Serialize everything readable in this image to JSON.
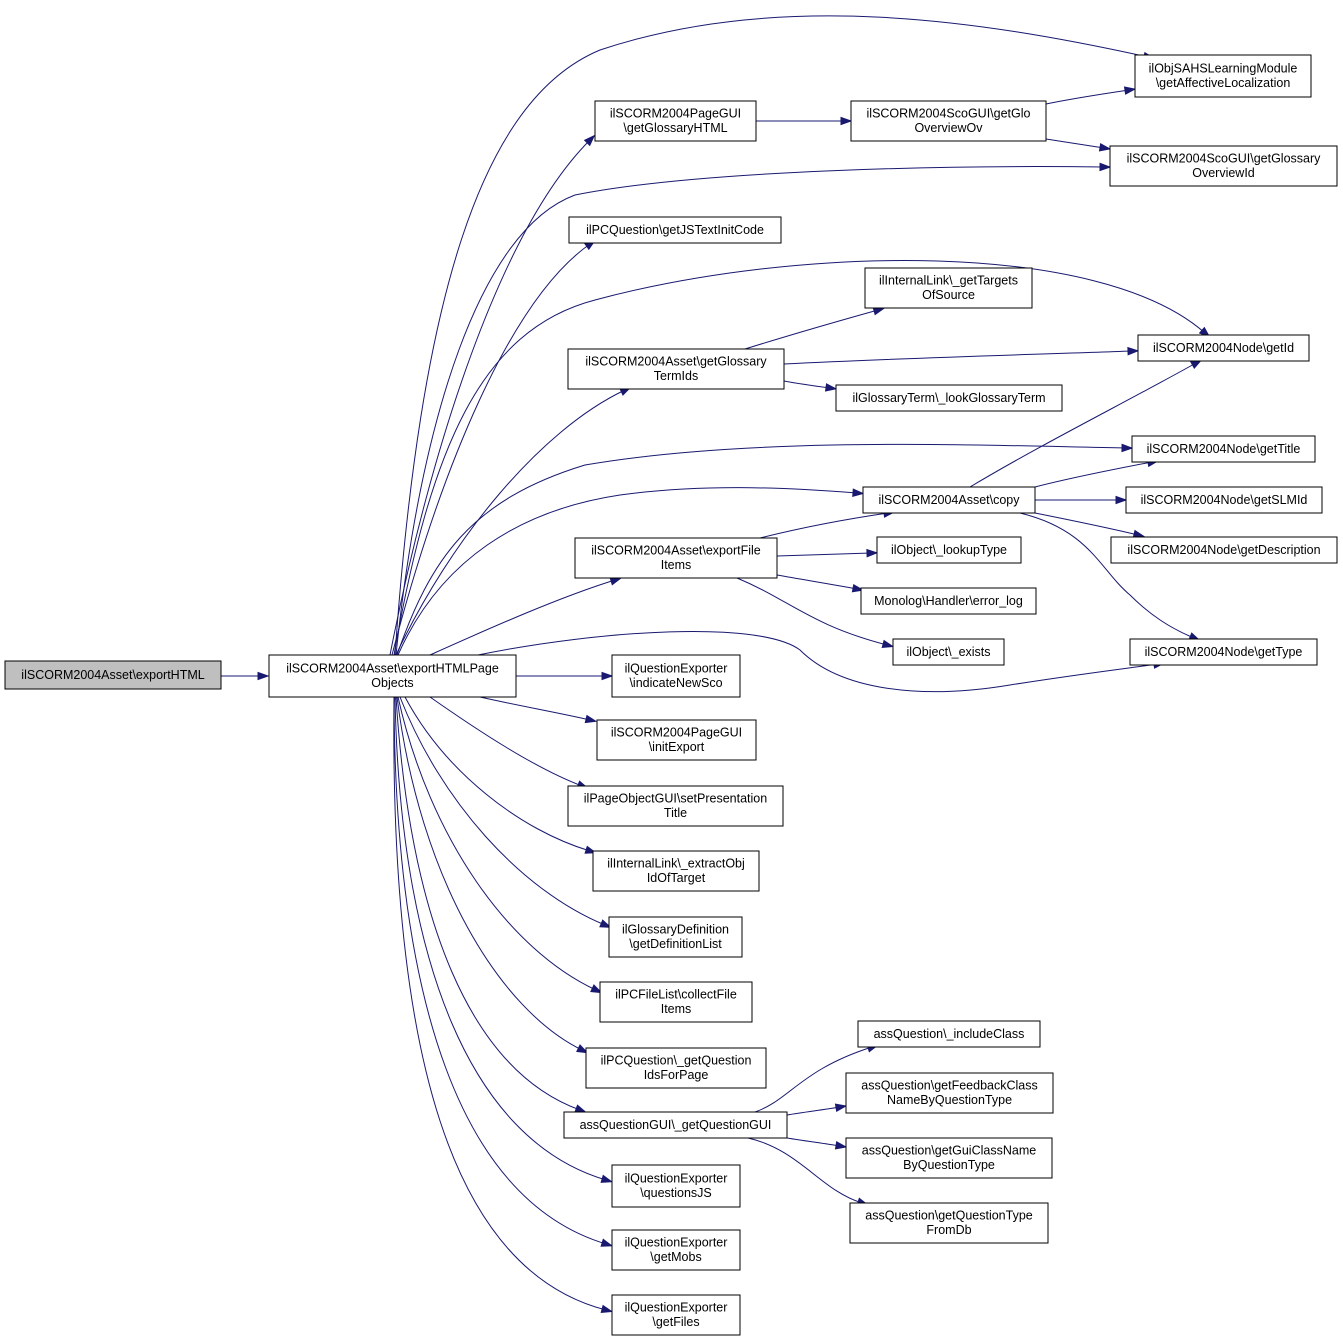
{
  "nodes": [
    {
      "id": "root",
      "lines": [
        "ilSCORM2004Asset\\exportHTML"
      ],
      "root": true
    },
    {
      "id": "n1",
      "lines": [
        "ilSCORM2004Asset\\exportHTMLPage",
        "Objects"
      ]
    },
    {
      "id": "n2",
      "lines": [
        "ilSCORM2004PageGUI",
        "\\getGlossaryHTML"
      ]
    },
    {
      "id": "n3",
      "lines": [
        "ilSCORM2004ScoGUI\\getGlo",
        "OverviewOv"
      ]
    },
    {
      "id": "n4",
      "lines": [
        "ilObjSAHSLearningModule",
        "\\getAffectiveLocalization"
      ]
    },
    {
      "id": "n5",
      "lines": [
        "ilSCORM2004ScoGUI\\getGlossary",
        "OverviewId"
      ]
    },
    {
      "id": "n6",
      "lines": [
        "ilPCQuestion\\getJSTextInitCode"
      ]
    },
    {
      "id": "n7",
      "lines": [
        "ilInternalLink\\_getTargets",
        "OfSource"
      ]
    },
    {
      "id": "n8",
      "lines": [
        "ilSCORM2004Asset\\getGlossary",
        "TermIds"
      ]
    },
    {
      "id": "n9",
      "lines": [
        "ilSCORM2004Node\\getId"
      ]
    },
    {
      "id": "n10",
      "lines": [
        "ilGlossaryTerm\\_lookGlossaryTerm"
      ]
    },
    {
      "id": "n11",
      "lines": [
        "ilSCORM2004Node\\getTitle"
      ]
    },
    {
      "id": "n12",
      "lines": [
        "ilSCORM2004Asset\\copy"
      ]
    },
    {
      "id": "n13",
      "lines": [
        "ilSCORM2004Node\\getSLMId"
      ]
    },
    {
      "id": "n14",
      "lines": [
        "ilSCORM2004Asset\\exportFile",
        "Items"
      ]
    },
    {
      "id": "n15",
      "lines": [
        "ilObject\\_lookupType"
      ]
    },
    {
      "id": "n16",
      "lines": [
        "ilSCORM2004Node\\getDescription"
      ]
    },
    {
      "id": "n17",
      "lines": [
        "Monolog\\Handler\\error_log"
      ]
    },
    {
      "id": "n18",
      "lines": [
        "ilObject\\_exists"
      ]
    },
    {
      "id": "n19",
      "lines": [
        "ilSCORM2004Node\\getType"
      ]
    },
    {
      "id": "n20",
      "lines": [
        "ilQuestionExporter",
        "\\indicateNewSco"
      ]
    },
    {
      "id": "n21",
      "lines": [
        "ilSCORM2004PageGUI",
        "\\initExport"
      ]
    },
    {
      "id": "n22",
      "lines": [
        "ilPageObjectGUI\\setPresentation",
        "Title"
      ]
    },
    {
      "id": "n23",
      "lines": [
        "ilInternalLink\\_extractObj",
        "IdOfTarget"
      ]
    },
    {
      "id": "n24",
      "lines": [
        "ilGlossaryDefinition",
        "\\getDefinitionList"
      ]
    },
    {
      "id": "n25",
      "lines": [
        "ilPCFileList\\collectFile",
        "Items"
      ]
    },
    {
      "id": "n26",
      "lines": [
        "ilPCQuestion\\_getQuestion",
        "IdsForPage"
      ]
    },
    {
      "id": "n27",
      "lines": [
        "assQuestion\\_includeClass"
      ]
    },
    {
      "id": "n28",
      "lines": [
        "assQuestion\\getFeedbackClass",
        "NameByQuestionType"
      ]
    },
    {
      "id": "n29",
      "lines": [
        "assQuestionGUI\\_getQuestionGUI"
      ]
    },
    {
      "id": "n30",
      "lines": [
        "assQuestion\\getGuiClassName",
        "ByQuestionType"
      ]
    },
    {
      "id": "n31",
      "lines": [
        "assQuestion\\getQuestionType",
        "FromDb"
      ]
    },
    {
      "id": "n32",
      "lines": [
        "ilQuestionExporter",
        "\\questionsJS"
      ]
    },
    {
      "id": "n33",
      "lines": [
        "ilQuestionExporter",
        "\\getMobs"
      ]
    },
    {
      "id": "n34",
      "lines": [
        "ilQuestionExporter",
        "\\getFiles"
      ]
    }
  ],
  "edges": [
    [
      "root",
      "n1"
    ],
    [
      "n1",
      "n2"
    ],
    [
      "n1",
      "n4"
    ],
    [
      "n1",
      "n5"
    ],
    [
      "n1",
      "n6"
    ],
    [
      "n1",
      "n8"
    ],
    [
      "n1",
      "n9"
    ],
    [
      "n1",
      "n11"
    ],
    [
      "n1",
      "n12"
    ],
    [
      "n1",
      "n14"
    ],
    [
      "n1",
      "n19"
    ],
    [
      "n1",
      "n20"
    ],
    [
      "n1",
      "n21"
    ],
    [
      "n1",
      "n22"
    ],
    [
      "n1",
      "n23"
    ],
    [
      "n1",
      "n24"
    ],
    [
      "n1",
      "n25"
    ],
    [
      "n1",
      "n26"
    ],
    [
      "n1",
      "n29"
    ],
    [
      "n1",
      "n32"
    ],
    [
      "n1",
      "n33"
    ],
    [
      "n1",
      "n34"
    ],
    [
      "n2",
      "n3"
    ],
    [
      "n3",
      "n4"
    ],
    [
      "n3",
      "n5"
    ],
    [
      "n8",
      "n7"
    ],
    [
      "n8",
      "n9"
    ],
    [
      "n8",
      "n10"
    ],
    [
      "n12",
      "n9"
    ],
    [
      "n12",
      "n11"
    ],
    [
      "n12",
      "n13"
    ],
    [
      "n12",
      "n16"
    ],
    [
      "n12",
      "n19"
    ],
    [
      "n14",
      "n12"
    ],
    [
      "n14",
      "n15"
    ],
    [
      "n14",
      "n17"
    ],
    [
      "n14",
      "n18"
    ],
    [
      "n29",
      "n27"
    ],
    [
      "n29",
      "n28"
    ],
    [
      "n29",
      "n30"
    ],
    [
      "n29",
      "n31"
    ]
  ],
  "colors": {
    "edge": "#191970",
    "root_fill": "#bfbfbf",
    "node_fill": "#ffffff",
    "node_stroke": "#000000"
  }
}
